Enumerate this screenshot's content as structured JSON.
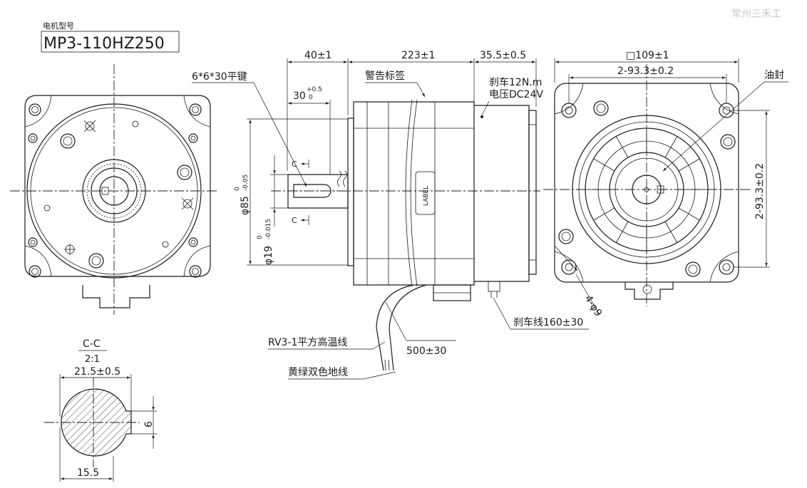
{
  "header": {
    "model_caption": "电机型号",
    "model_number": "MP3-110HZ250",
    "watermark": "常州三禾工"
  },
  "side_view": {
    "dim_front": "40±1",
    "dim_body": "223±1",
    "dim_brake": "35.5±0.5",
    "dim_shaft_len": "30",
    "dim_shaft_tol_up": "+0.5",
    "dim_shaft_tol_down": "0",
    "key_label": "6*6*30平键",
    "warning_label": "警告标签",
    "brake_torque": "刹车12N.m",
    "brake_voltage": "电压DC24V",
    "body_label": "LABEL",
    "dia_flange": "φ85",
    "dia_flange_tol_up": "0",
    "dia_flange_tol_down": "-0.05",
    "dia_shaft": "φ19",
    "dia_shaft_tol_up": "0",
    "dia_shaft_tol_down": "-0.015",
    "section_marker": "C",
    "cable_rv": "RV3-1平方高温线",
    "cable_len": "500±30",
    "cable_ground": "黄绿双色地线",
    "brake_cable": "刹车线160±30"
  },
  "rear_view": {
    "square_size": "□109±1",
    "hole_spacing_h": "2-93.3±0.2",
    "hole_spacing_v": "2-93.3±0.2",
    "oil_seal": "油封",
    "mount_holes": "4-φ9"
  },
  "section_view": {
    "title": "C-C",
    "scale": "2:1",
    "dim_width": "21.5±0.5",
    "dim_key": "6",
    "dim_flat": "15.5"
  },
  "colors": {
    "line": "#1a1a1a",
    "watermark": "#c8c8c8",
    "background": "#ffffff"
  }
}
